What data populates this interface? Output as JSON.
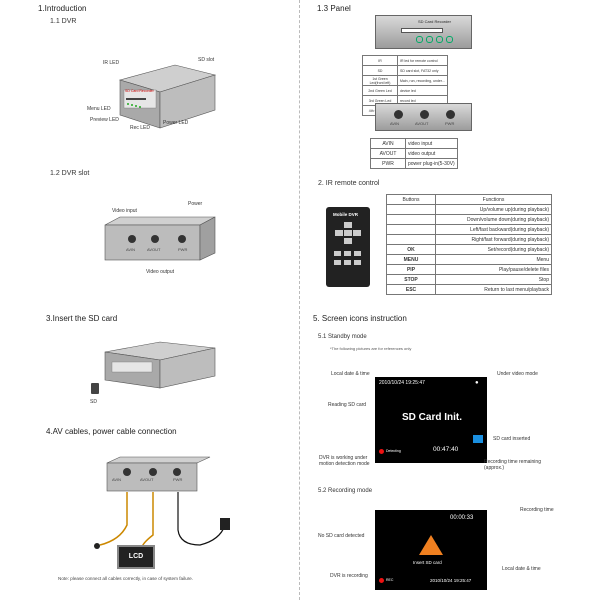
{
  "left": {
    "s1": "1.Introduction",
    "s1_1": "1.1 DVR",
    "dvr_labels": {
      "ir_led": "IR LED",
      "sd_slot": "SD slot",
      "menu_led": "Menu LED",
      "preview_led": "Preview LED",
      "rec_led": "Rec LED",
      "power_led": "Power LED",
      "device_name": "SD Card Recorder"
    },
    "s1_2": "1.2 DVR slot",
    "slot_labels": {
      "video_input": "Video input",
      "power": "Power",
      "video_output": "Video output",
      "avin": "AVIN",
      "avout": "AVOUT",
      "pwr": "PWR"
    },
    "s3": "3.Insert the SD card",
    "sd": "SD",
    "s4": "4.AV cables, power cable connection",
    "lcd": "LCD",
    "note": "Note: please connect all cables correctly, in case of system failure."
  },
  "right": {
    "s1_3": "1.3 Panel",
    "panel_title": "SD Card Recorder",
    "panel_legend": [
      [
        "IR",
        "IR led for remote control"
      ],
      [
        "SD",
        "SD card slot, FAT32 only"
      ],
      [
        "1st Green Led(front left)",
        "Main, run, recording, under..."
      ],
      [
        "2nd Green Led",
        "device led"
      ],
      [
        "3rd Green Led",
        "record led"
      ],
      [
        "4th Green Led",
        "power led"
      ]
    ],
    "port_labels": {
      "avin": "AVIN",
      "avout": "AVOUT",
      "pwr": "PWR"
    },
    "port_table": [
      [
        "AVIN",
        "video input"
      ],
      [
        "AVOUT",
        "video output"
      ],
      [
        "PWR",
        "power plug-in(5-30V)"
      ]
    ],
    "s2": "2. IR remote control",
    "remote_title": "Mobile DVR",
    "remote_table": {
      "headers": [
        "Buttons",
        "Functions"
      ],
      "rows": [
        [
          "",
          "Up/volume up(during playback)"
        ],
        [
          "",
          "Down/volume down(during playback)"
        ],
        [
          "",
          "Left/fast backward(during playback)"
        ],
        [
          "",
          "Right/fast forward(during playback)"
        ],
        [
          "OK",
          "Set/record(during playback)"
        ],
        [
          "MENU",
          "Menu"
        ],
        [
          "PIP",
          "Play/pause/delete files"
        ],
        [
          "STOP",
          "Stop"
        ],
        [
          "ESC",
          "Return to last menu/playback"
        ]
      ]
    },
    "s5": "5. Screen icons instruction",
    "s5_1": "5.1 Standby mode",
    "s5_1_note": "*The following pictures are for references only",
    "standby": {
      "date": "2010/10/24  19:25:47",
      "center": "SD Card Init.",
      "time": "00:47:40",
      "detect": "Detecting",
      "callouts": {
        "local_date": "Local date & time",
        "under_video": "Under video mode",
        "reading_sd": "Reading SD card",
        "sd_inserted": "SD card inserted",
        "motion": "DVR is working under motion detection mode",
        "remaining": "Recording time remaining (approx.)"
      }
    },
    "s5_2": "5.2 Recording mode",
    "recording": {
      "time": "00:00:33",
      "insert": "Insert SD card",
      "date": "2010/10/24  19:25:47",
      "rec": "REC",
      "callouts": {
        "rec_time": "Recording time",
        "no_sd": "No SD card detected",
        "local_date": "Local date & time",
        "dvr_rec": "DVR is recording"
      }
    }
  }
}
